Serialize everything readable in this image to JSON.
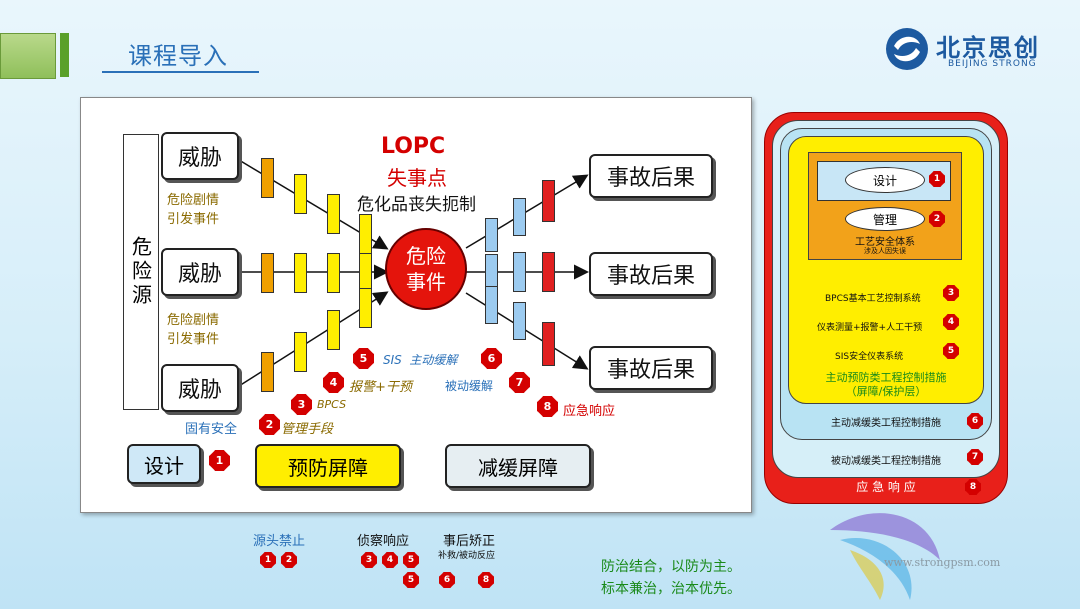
{
  "header": {
    "title": "课程导入"
  },
  "logo": {
    "name": "北京思创",
    "sub": "BEIJING STRONG"
  },
  "diagram": {
    "source_label": "危险源",
    "threats": [
      "威胁",
      "威胁",
      "威胁"
    ],
    "scenario_labels": [
      "危险剧情\n引发事件",
      "危险剧情\n引发事件"
    ],
    "center": {
      "top": "LOPC",
      "sub": "失事点",
      "desc": "危化品丧失扼制",
      "event": "危险\n事件"
    },
    "consequences": [
      "事故后果",
      "事故后果",
      "事故后果"
    ],
    "inherent_safety": "固有安全",
    "markers": [
      {
        "n": "1",
        "text": ""
      },
      {
        "n": "2",
        "text": "管理手段"
      },
      {
        "n": "3",
        "text": "BPCS"
      },
      {
        "n": "4",
        "text": "报警+干预"
      },
      {
        "n": "5",
        "text": "SIS  主动缓解"
      },
      {
        "n": "6",
        "text": ""
      },
      {
        "n": "7",
        "text": "被动缓解"
      },
      {
        "n": "8",
        "text": "应急响应"
      }
    ],
    "bottom_boxes": {
      "design": "设计",
      "prevention": "预防屏障",
      "mitigation": "减缓屏障"
    }
  },
  "layers": {
    "design": "设计",
    "management": "管理",
    "process_safety": "工艺安全体系",
    "process_safety_sub": "涉及人因失误",
    "bpcs": "BPCS基本工艺控制系统",
    "alarm": "仪表测量+报警+人工干预",
    "sis": "SIS安全仪表系统",
    "active_title": "主动预防类工程控制措施\n（屏障/保护层）",
    "active_mitigation": "主动减缓类工程控制措施",
    "passive_mitigation": "被动减缓类工程控制措施",
    "emergency": "应 急 响 应"
  },
  "bottom": {
    "c1": {
      "title": "源头禁止"
    },
    "c2": {
      "title": "侦察响应"
    },
    "c3": {
      "title": "事后矫正",
      "sub": "补救/被动反应"
    },
    "motto1": "防治结合，以防为主。",
    "motto2": "标本兼治，治本优先。",
    "website": "www.strongpsm.com"
  }
}
